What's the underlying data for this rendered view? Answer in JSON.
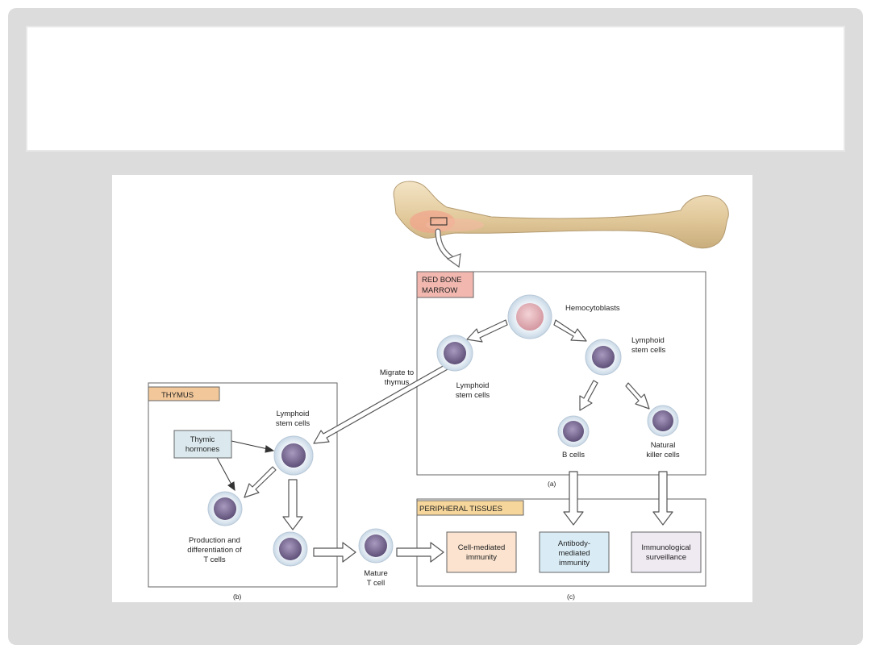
{
  "slide": {
    "title": ""
  },
  "diagram": {
    "panels": {
      "red_bone_marrow": {
        "header": "RED BONE\nMARROW",
        "header_lines": [
          "RED BONE",
          "MARROW"
        ],
        "caption": "(a)",
        "header_color": "#f2b8b0"
      },
      "thymus": {
        "header": "THYMUS",
        "caption": "(b)",
        "header_color": "#f2c89a"
      },
      "peripheral_tissues": {
        "header": "PERIPHERAL TISSUES",
        "caption": "(c)",
        "header_color": "#f6d69a"
      }
    },
    "labels": {
      "hemocytoblasts": "Hemocytoblasts",
      "lymphoid_stem_cells_right": [
        "Lymphoid",
        "stem cells"
      ],
      "lymphoid_stem_cells_left": [
        "Lymphoid",
        "stem cells"
      ],
      "lymphoid_stem_cells_thymus": [
        "Lymphoid",
        "stem cells"
      ],
      "migrate_to_thymus": [
        "Migrate to",
        "thymus"
      ],
      "b_cells": "B cells",
      "natural_killer_cells": [
        "Natural",
        "killer cells"
      ],
      "thymic_hormones": [
        "Thymic",
        "hormones"
      ],
      "production": [
        "Production and",
        "differentiation of",
        "T cells"
      ],
      "mature_t_cell": [
        "Mature",
        "T cell"
      ]
    },
    "immunity_boxes": {
      "cell_mediated": {
        "lines": [
          "Cell-mediated",
          "immunity"
        ],
        "color": "#fbe3cf"
      },
      "antibody_mediated": {
        "lines": [
          "Antibody-",
          "mediated",
          "immunity"
        ],
        "color": "#d9ecf5"
      },
      "immunological_surveillance": {
        "lines": [
          "Immunological",
          "surveillance"
        ],
        "color": "#efe9f2"
      }
    },
    "colors": {
      "bone": "#e9d3a8",
      "marrow": "#f0a58c",
      "cell_halo": "#dfe9f2",
      "cell_nucleus": "#7b6f94",
      "hemocytoblast_nucleus": "#e6b1b6",
      "thymic_box": "#dbe9ee"
    }
  }
}
